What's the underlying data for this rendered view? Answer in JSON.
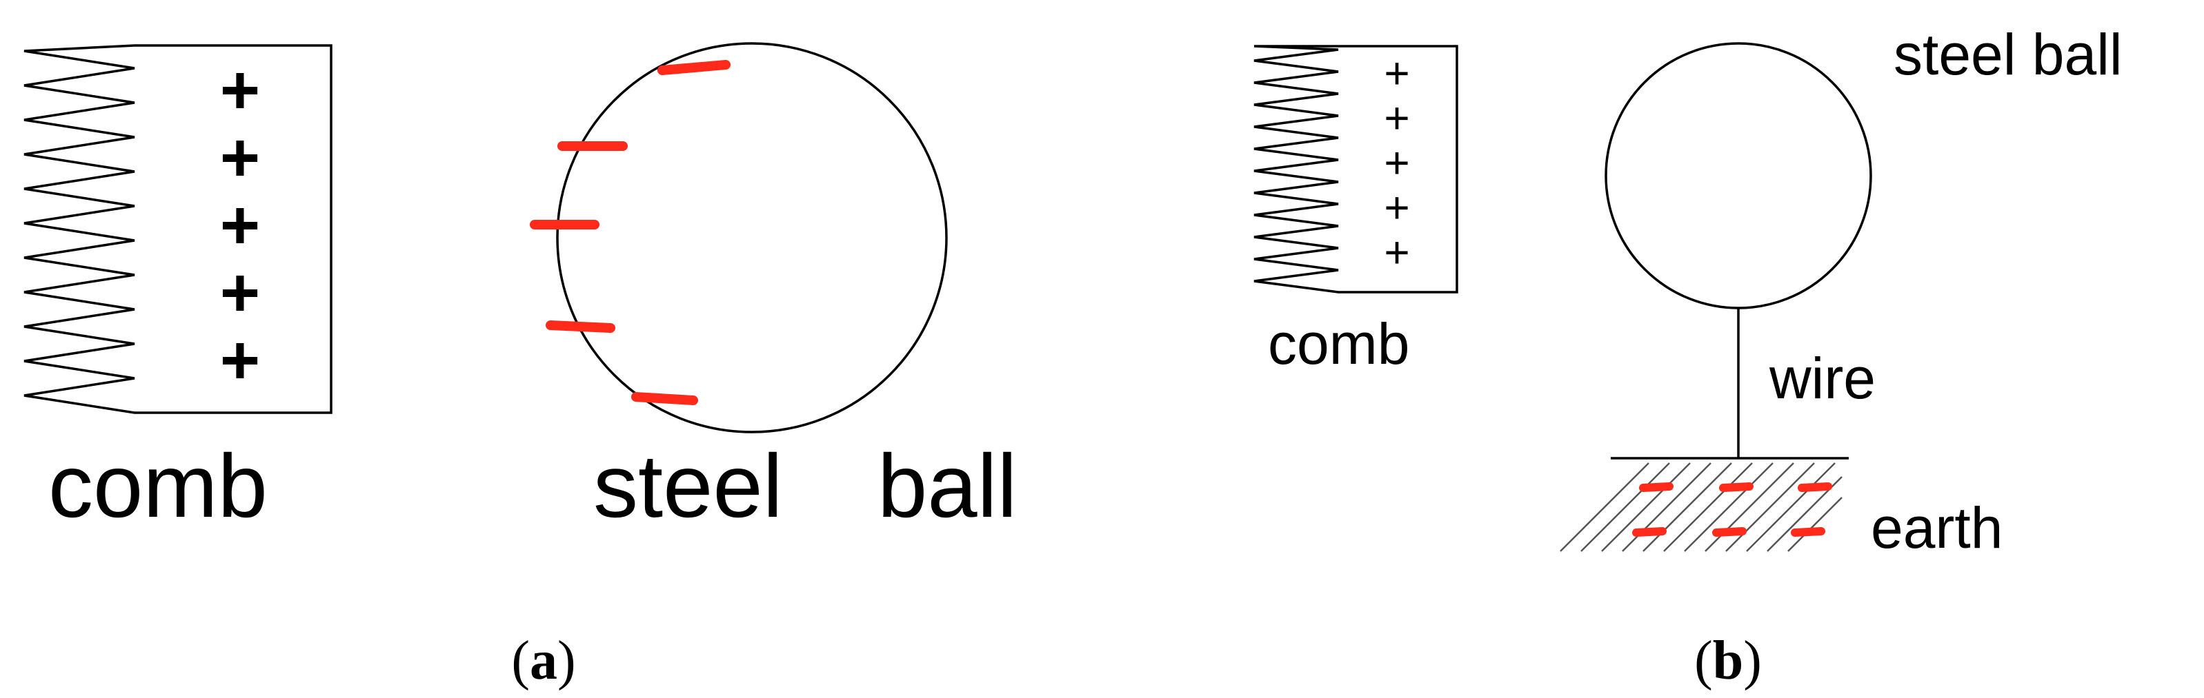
{
  "panel_a": {
    "comb_label": "comb",
    "ball_label_word1": "steel",
    "ball_label_word2": "ball",
    "plus_sign": "+",
    "caption_open": "(",
    "caption_letter": "a",
    "caption_close": ")"
  },
  "panel_b": {
    "comb_label": "comb",
    "ball_label": "steel ball",
    "wire_label": "wire",
    "earth_label": "earth",
    "plus_sign": "+",
    "caption_open": "(",
    "caption_letter": "b",
    "caption_close": ")"
  },
  "colors": {
    "ink": "#000000",
    "negative_charge": "#ff2a1a",
    "hatch": "#555555"
  }
}
